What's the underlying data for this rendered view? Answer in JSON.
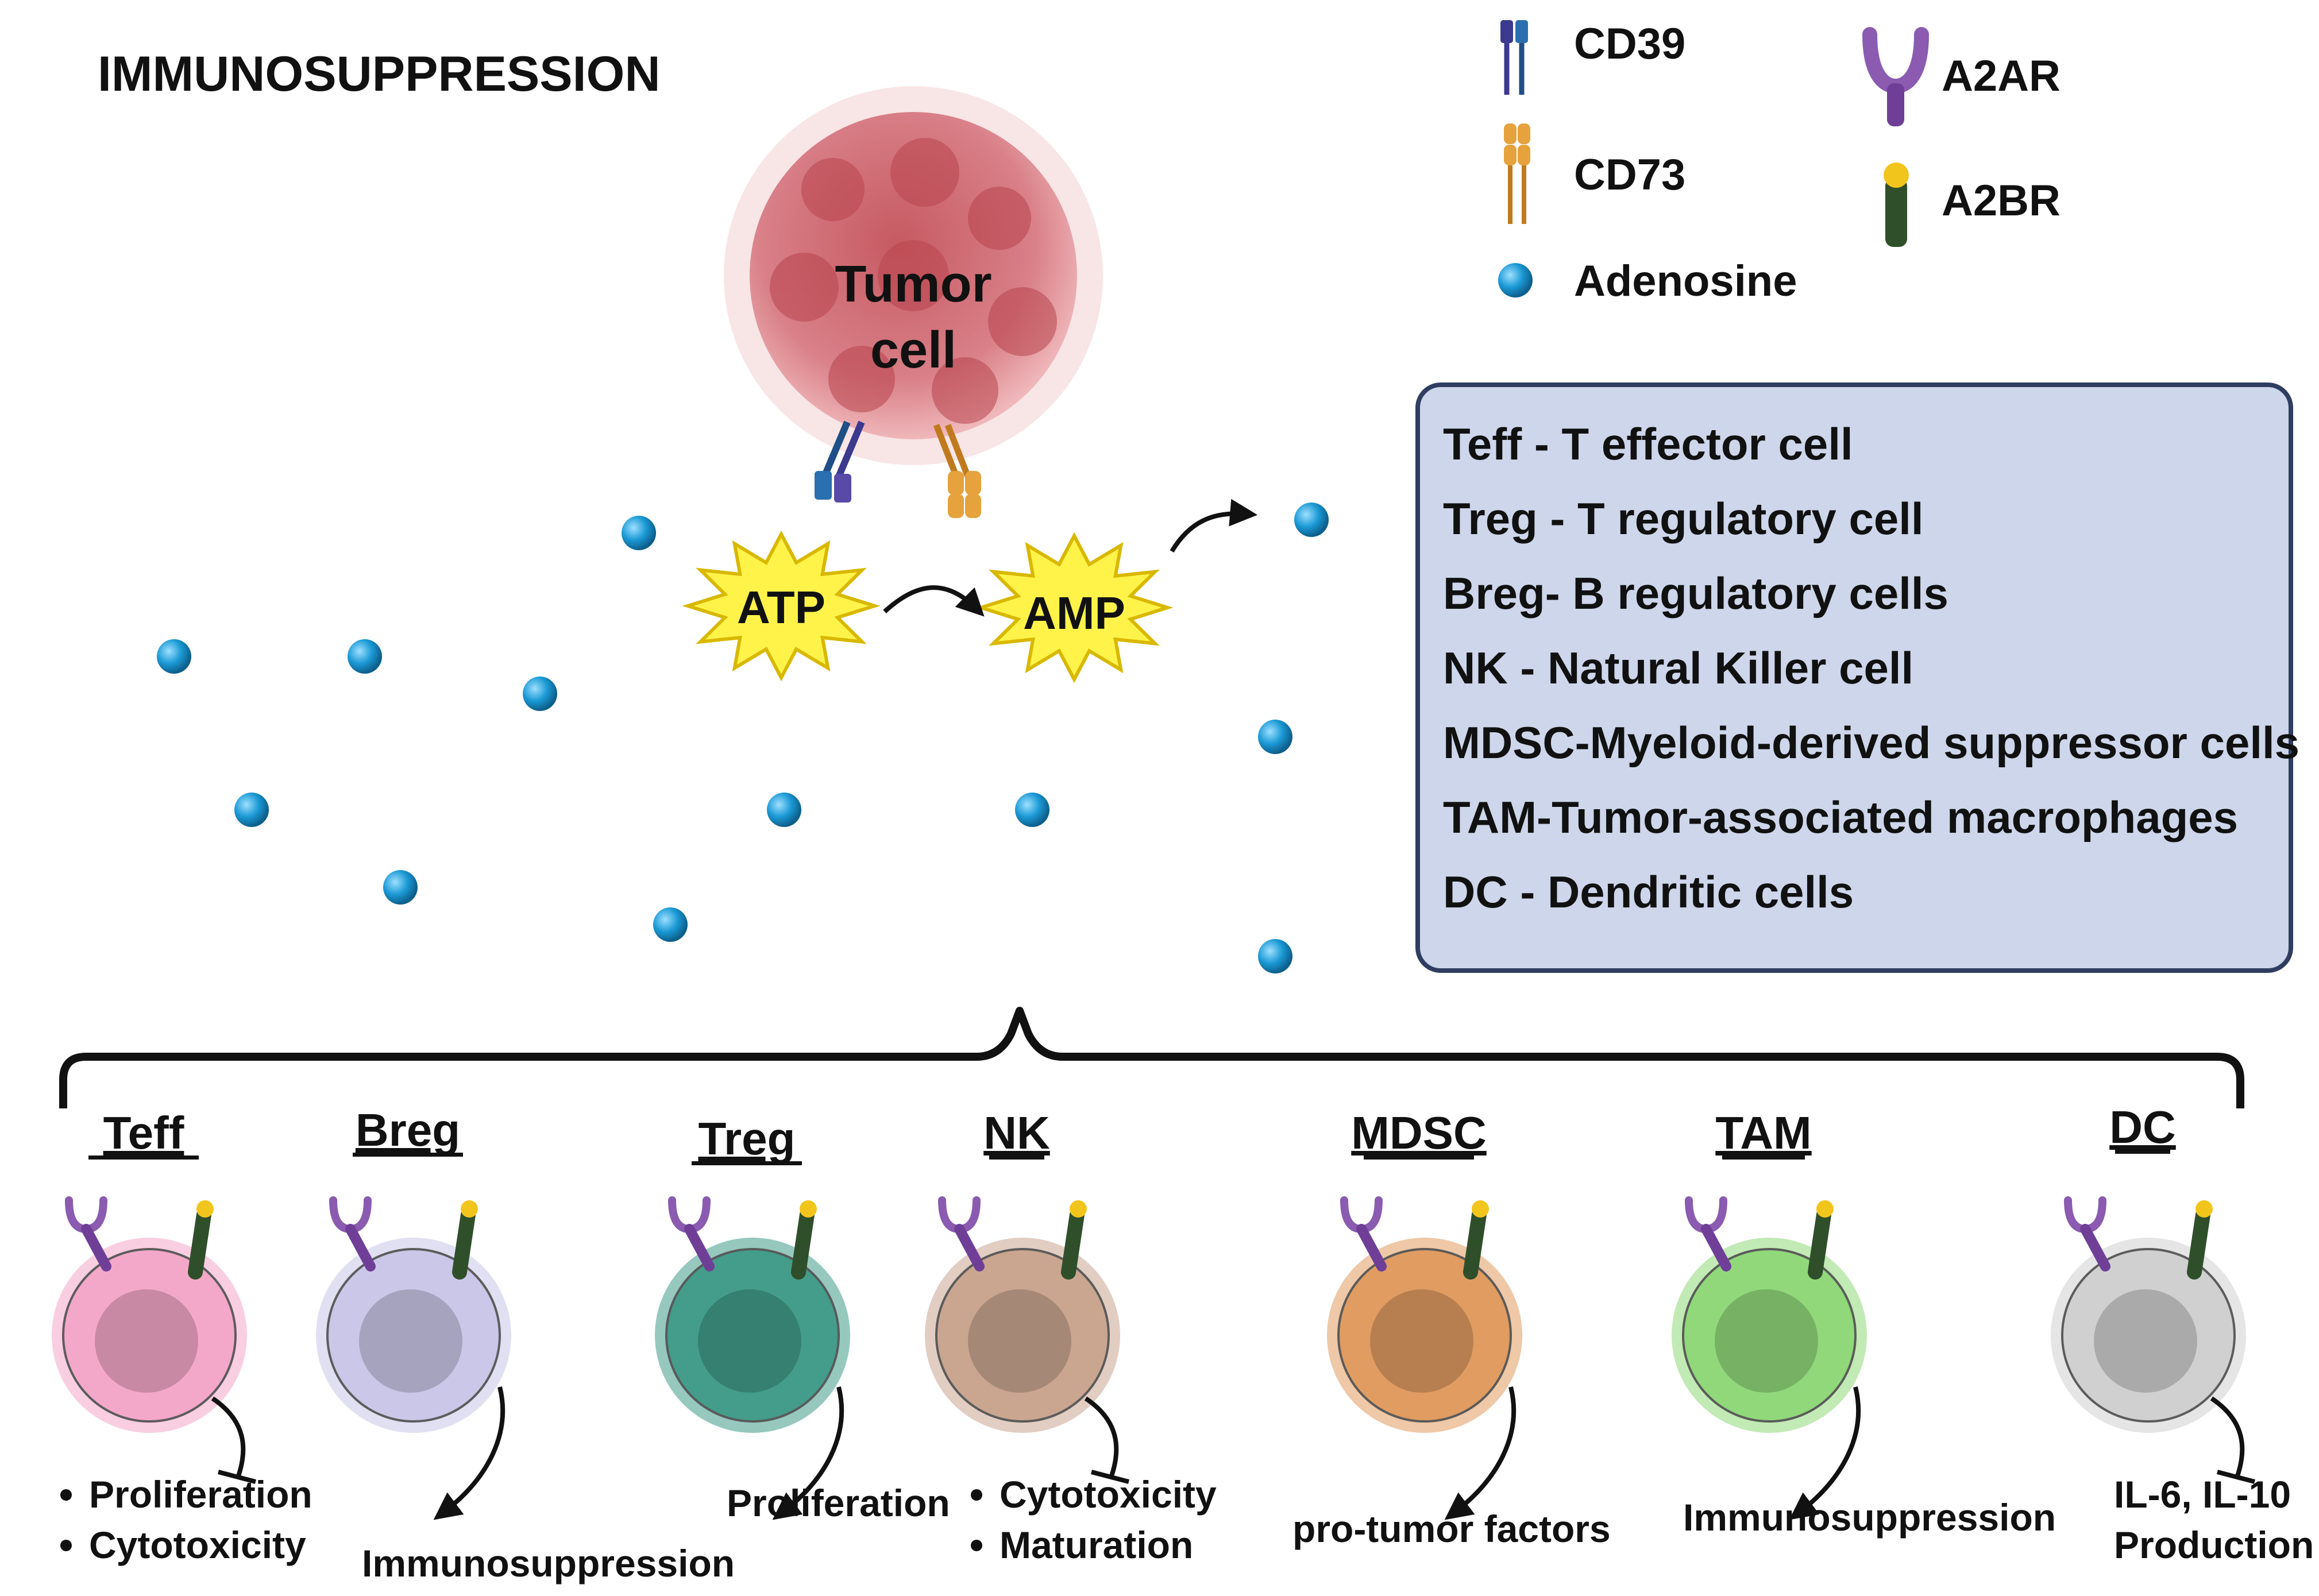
{
  "title": "IMMUNOSUPPRESSION",
  "tumor_label": [
    "Tumor",
    "cell"
  ],
  "conversion": {
    "atp": "ATP",
    "amp": "AMP"
  },
  "legend": {
    "cd39": "CD39",
    "cd73": "CD73",
    "adenosine": "Adenosine",
    "a2ar": "A2AR",
    "a2br": "A2BR"
  },
  "abbreviations": [
    "Teff - T effector cell",
    "Treg - T regulatory cell",
    "Breg- B regulatory cells",
    "NK - Natural Killer cell",
    "MDSC-Myeloid-derived suppressor cells",
    "TAM-Tumor-associated macrophages",
    "DC - Dendritic cells"
  ],
  "cells": [
    {
      "name": "Teff",
      "arrow": "inhibit",
      "effects": [
        "Proliferation",
        "Cytotoxicity"
      ],
      "bulleted": true,
      "color": "#f4a6c8"
    },
    {
      "name": "Breg",
      "arrow": "promote",
      "effects": [
        "Immunosuppression"
      ],
      "bulleted": false,
      "color": "#c9c6e8"
    },
    {
      "name": "Treg",
      "arrow": "promote",
      "effects": [
        "Proliferation"
      ],
      "bulleted": false,
      "color": "#3f9b88"
    },
    {
      "name": "NK",
      "arrow": "inhibit",
      "effects": [
        "Cytotoxicity",
        "Maturation"
      ],
      "bulleted": true,
      "color": "#c9a48f"
    },
    {
      "name": "MDSC",
      "arrow": "promote",
      "effects": [
        "pro-tumor factors"
      ],
      "bulleted": false,
      "color": "#e09a5e"
    },
    {
      "name": "TAM",
      "arrow": "promote",
      "effects": [
        "Immunosuppression"
      ],
      "bulleted": false,
      "color": "#8fd878"
    },
    {
      "name": "DC",
      "arrow": "inhibit",
      "effects": [
        "IL-6, IL-10",
        "Production"
      ],
      "bulleted": false,
      "color": "#cfcfcf"
    }
  ],
  "colors": {
    "adenosine": "#1b9ad6",
    "cd39": "#3b3a8f",
    "cd73": "#e6a23c",
    "a2ar": "#8a5bb0",
    "a2br_stem": "#2f4f2a",
    "a2br_cap": "#f2c51d",
    "star": "#fff34a",
    "legend_box": "#cdd6ea",
    "tumor": "#d47a7f"
  }
}
